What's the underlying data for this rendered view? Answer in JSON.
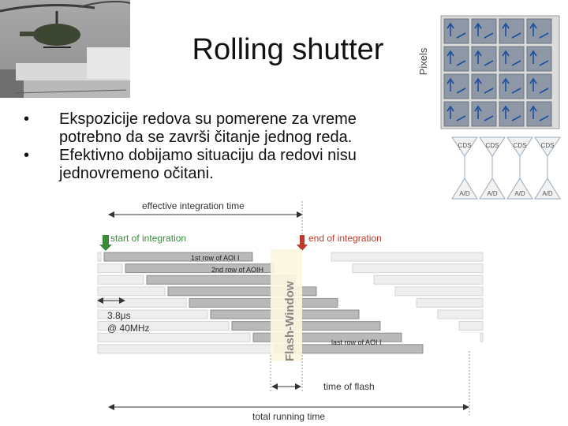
{
  "slide": {
    "title": "Rolling shutter",
    "bullets": [
      "Ekspozicije redova su pomerene za vreme potrebno da se završi čitanje jednog reda.",
      "Efektivno dobijamo situaciju da redovi nisu jednovremeno očitani."
    ]
  },
  "sensor_diagram": {
    "pixels_label": "Pixels",
    "cds_labels": [
      "CDS",
      "CDS",
      "CDS",
      "CDS"
    ],
    "ad_labels": [
      "A/D",
      "A/D",
      "A/D",
      "A/D"
    ]
  },
  "timing_diagram": {
    "effective_integration_time": "effective integration time",
    "start_of_integration": "start of integration",
    "end_of_integration": "end of integration",
    "flash_window": "Flash-Window",
    "first_row": "1st row of AOI I",
    "second_row": "2nd row of AOIH",
    "last_row": "last row of AOI I",
    "readout_time": "3.8μs",
    "readout_clock": "@ 40MHz",
    "time_of_flash": "time of flash",
    "total_running_time": "total running time",
    "colors": {
      "start_arrow": "#3a8a3a",
      "end_arrow": "#c0392b",
      "flash_bg": "#fbf6df",
      "flash_text": "#888888"
    }
  }
}
